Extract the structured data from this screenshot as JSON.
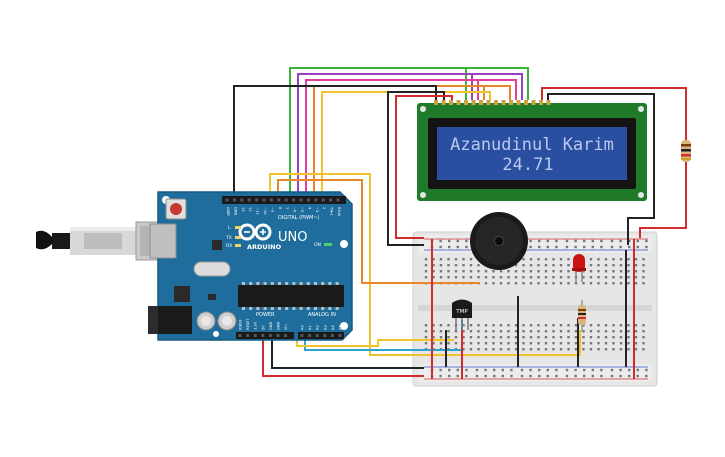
{
  "arduino": {
    "brand": "ARDUINO",
    "model": "UNO",
    "digital_label": "DIGITAL (PWM~)",
    "power_label": "POWER",
    "analog_label": "ANALOG IN",
    "on_label": "ON",
    "l_label": "L",
    "tx_label": "TX",
    "rx_label": "RX",
    "header_top_pins": [
      "AREF",
      "GND",
      "13",
      "12",
      "~11",
      "~10",
      "~9",
      "8",
      "7",
      "~6",
      "~5",
      "4",
      "~3",
      "2",
      "TX▸1",
      "RX◂0"
    ],
    "power_pins": [
      "IOREF",
      "RESET",
      "3.3V",
      "5V",
      "GND",
      "GND",
      "Vin"
    ],
    "analog_pins": [
      "A0",
      "A1",
      "A2",
      "A3",
      "A4",
      "A5"
    ]
  },
  "lcd": {
    "line1": "Azanudinul Karim",
    "line2": "24.71",
    "backlight_color": "#2a4fa0",
    "text_color": "#b9c8f0"
  },
  "sensor": {
    "label": "TMP"
  },
  "colors": {
    "board": "#1e6d9c",
    "breadboard": "#e6e6e6",
    "wire_red": "#d22b2b",
    "wire_black": "#222222",
    "wire_yellow": "#f0c22c",
    "wire_blue": "#2aa4d0",
    "wire_green": "#3bb33b",
    "wire_purple": "#9a3fc2",
    "wire_pink": "#e03fa0",
    "wire_orange": "#e8862a",
    "led": "#cc1111"
  }
}
